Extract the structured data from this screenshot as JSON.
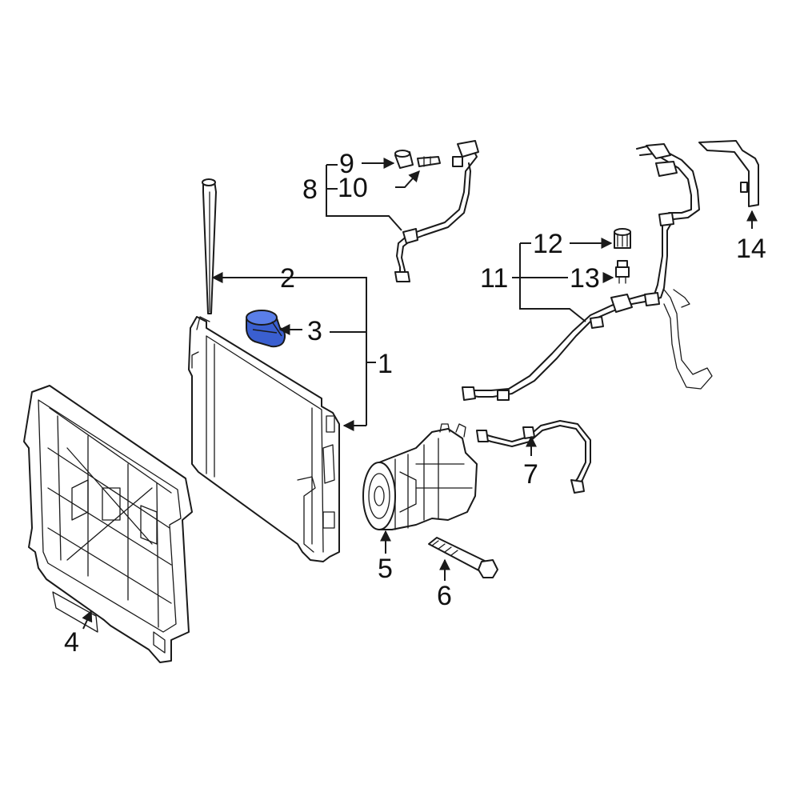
{
  "highlight_color": "#3a5fd0",
  "callouts": {
    "c1": "1",
    "c2": "2",
    "c3": "3",
    "c4": "4",
    "c5": "5",
    "c6": "6",
    "c7": "7",
    "c8": "8",
    "c9": "9",
    "c10": "10",
    "c11": "11",
    "c12": "12",
    "c13": "13",
    "c14": "14"
  }
}
